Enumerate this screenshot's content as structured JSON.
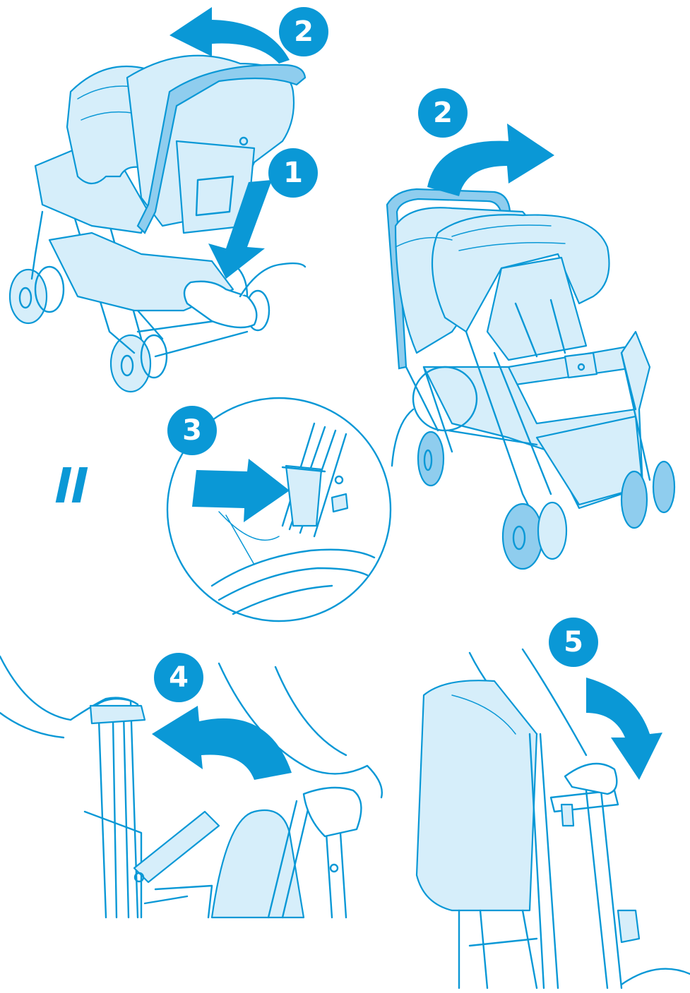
{
  "colors": {
    "primary": "#0a98d6",
    "light": "#d6eefa",
    "mid": "#8fcdee",
    "background": "#ffffff"
  },
  "steps": [
    {
      "id": "step1",
      "number": "1"
    },
    {
      "id": "step2a",
      "number": "2"
    },
    {
      "id": "step2b",
      "number": "2"
    },
    {
      "id": "step3",
      "number": "3"
    },
    {
      "id": "step4",
      "number": "4"
    },
    {
      "id": "step5",
      "number": "5"
    }
  ]
}
